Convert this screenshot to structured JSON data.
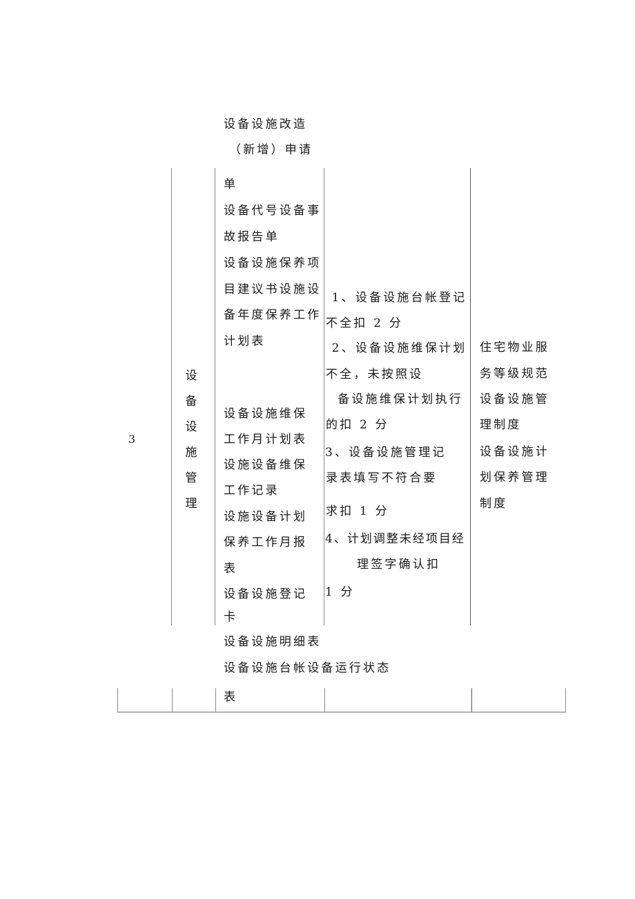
{
  "row": {
    "number": "3",
    "category_chars": [
      "设",
      "备",
      "设",
      "施",
      "管",
      "理"
    ],
    "records_overflow_top": [
      "设备设施改造",
      "（新增）申请"
    ],
    "records": [
      "单",
      "设备代号设备事",
      "故报告单",
      "设备设施保养项",
      "目建议书设施设",
      "备年度保养工作",
      "计划表",
      "设备设施维保",
      "工作月计划表",
      "设施设备维保",
      "工作记录",
      "设施设备计划",
      "保养工作月报",
      "表",
      "设备设施登记",
      "卡"
    ],
    "records_overflow_bottom": [
      "设备设施明细表",
      "设备设施台帐设备运行状态"
    ],
    "records_tail": "表",
    "criteria": [
      " 1、设备设施台帐登记",
      "不全扣 2 分",
      " 2、设备设施维保计划",
      "不全，未按照设",
      "  备设施维保计划执行",
      "的扣 2 分",
      "3、设备设施管理记",
      "录表填写不符合要",
      "求扣 1 分",
      "4、计划调整未经项目经",
      "理签字确认扣",
      "1 分"
    ],
    "basis": [
      "住宅物业服",
      "务等级规范",
      "设备设施管",
      "理制度",
      "设备设施计",
      "划保养管理",
      "制度"
    ]
  }
}
